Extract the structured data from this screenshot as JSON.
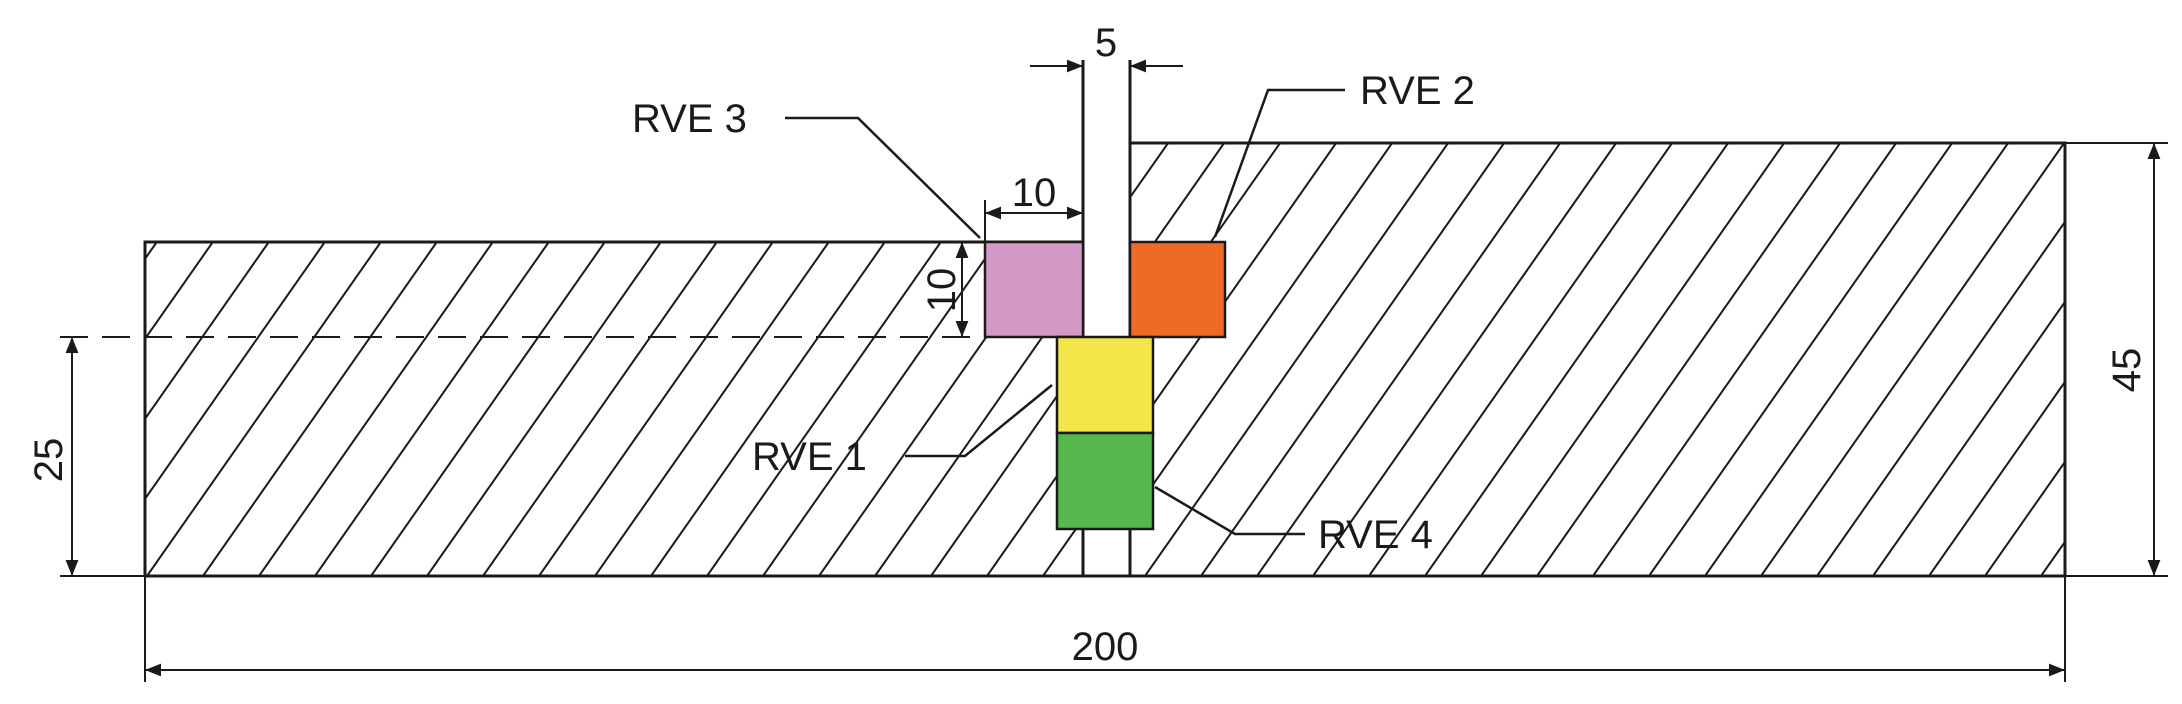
{
  "diagram": {
    "dimensions": {
      "slot_width": "5",
      "rve_width": "10",
      "rve_height": "10",
      "left_height": "25",
      "right_height": "45",
      "total_length": "200"
    },
    "rves": [
      {
        "id": "rve1",
        "label": "RVE 1",
        "color": "#f2e64a"
      },
      {
        "id": "rve2",
        "label": "RVE 2",
        "color": "#ee6a26"
      },
      {
        "id": "rve3",
        "label": "RVE 3",
        "color": "#d39ac8"
      },
      {
        "id": "rve4",
        "label": "RVE 4",
        "color": "#55b74d"
      }
    ],
    "colors": {
      "line": "#1a1a1a",
      "hatch": "#1a1a1a",
      "background": "#ffffff"
    }
  }
}
